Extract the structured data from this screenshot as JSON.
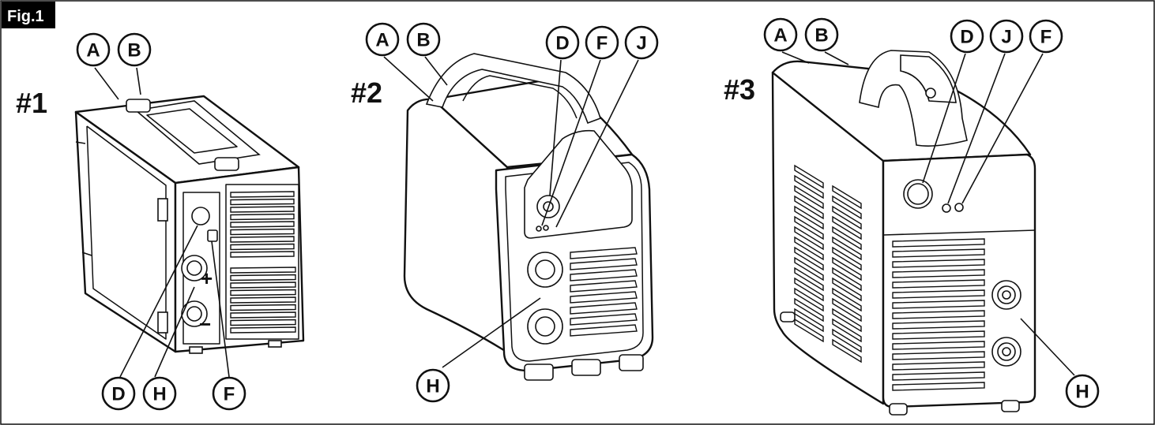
{
  "figure": {
    "tag": "Fig.1",
    "colors": {
      "line": "#111111",
      "background": "#ffffff",
      "tag_background": "#000000",
      "tag_text": "#ffffff"
    }
  },
  "variants": [
    {
      "label": "#1",
      "callouts": {
        "A": "A",
        "B": "B",
        "D": "D",
        "H": "H",
        "F": "F"
      },
      "polarity": {
        "plus": "+",
        "minus": "−"
      }
    },
    {
      "label": "#2",
      "callouts": {
        "A": "A",
        "B": "B",
        "D": "D",
        "F": "F",
        "J": "J",
        "H": "H"
      }
    },
    {
      "label": "#3",
      "callouts": {
        "A": "A",
        "B": "B",
        "D": "D",
        "J": "J",
        "F": "F",
        "H": "H"
      }
    }
  ]
}
